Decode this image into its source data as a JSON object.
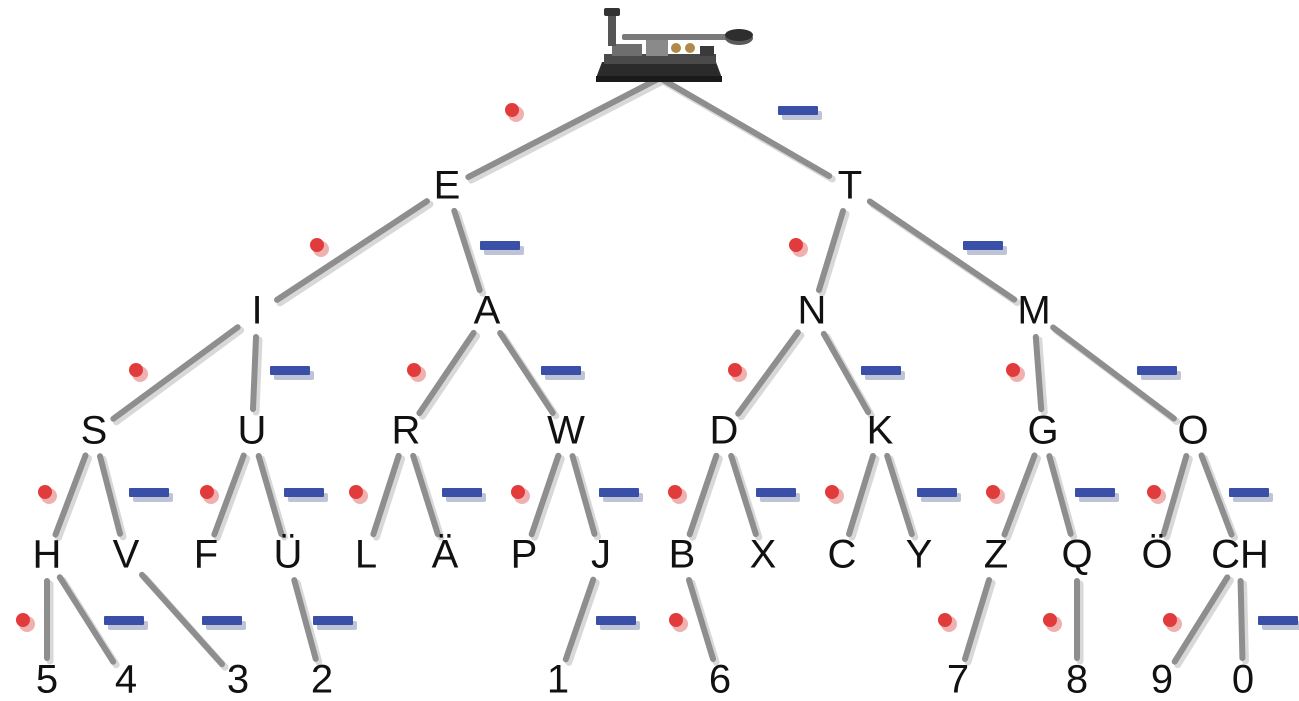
{
  "colors": {
    "dot": "#e23b3b",
    "dash": "#3a50a8",
    "line": "#8e8e8e",
    "text": "#111111"
  },
  "root": {
    "icon": "telegraph-key-icon"
  },
  "nodes": [
    {
      "id": "E",
      "label": "E"
    },
    {
      "id": "T",
      "label": "T"
    },
    {
      "id": "I",
      "label": "I"
    },
    {
      "id": "A",
      "label": "A"
    },
    {
      "id": "N",
      "label": "N"
    },
    {
      "id": "M",
      "label": "M"
    },
    {
      "id": "S",
      "label": "S"
    },
    {
      "id": "U",
      "label": "U"
    },
    {
      "id": "R",
      "label": "R"
    },
    {
      "id": "W",
      "label": "W"
    },
    {
      "id": "D",
      "label": "D"
    },
    {
      "id": "K",
      "label": "K"
    },
    {
      "id": "G",
      "label": "G"
    },
    {
      "id": "O",
      "label": "O"
    },
    {
      "id": "H",
      "label": "H"
    },
    {
      "id": "V",
      "label": "V"
    },
    {
      "id": "F",
      "label": "F"
    },
    {
      "id": "UE",
      "label": "Ü"
    },
    {
      "id": "L",
      "label": "L"
    },
    {
      "id": "AE",
      "label": "Ä"
    },
    {
      "id": "P",
      "label": "P"
    },
    {
      "id": "J",
      "label": "J"
    },
    {
      "id": "B",
      "label": "B"
    },
    {
      "id": "X",
      "label": "X"
    },
    {
      "id": "C",
      "label": "C"
    },
    {
      "id": "Y",
      "label": "Y"
    },
    {
      "id": "Z",
      "label": "Z"
    },
    {
      "id": "Q",
      "label": "Q"
    },
    {
      "id": "OE",
      "label": "Ö"
    },
    {
      "id": "CH",
      "label": "CH"
    },
    {
      "id": "n5",
      "label": "5"
    },
    {
      "id": "n4",
      "label": "4"
    },
    {
      "id": "n3",
      "label": "3"
    },
    {
      "id": "n2",
      "label": "2"
    },
    {
      "id": "n1",
      "label": "1"
    },
    {
      "id": "n6",
      "label": "6"
    },
    {
      "id": "n7",
      "label": "7"
    },
    {
      "id": "n8",
      "label": "8"
    },
    {
      "id": "n9",
      "label": "9"
    },
    {
      "id": "n0",
      "label": "0"
    }
  ],
  "edges": [
    {
      "from": "root",
      "to": "E",
      "signal": "dot"
    },
    {
      "from": "root",
      "to": "T",
      "signal": "dash"
    },
    {
      "from": "E",
      "to": "I",
      "signal": "dot"
    },
    {
      "from": "E",
      "to": "A",
      "signal": "dash"
    },
    {
      "from": "T",
      "to": "N",
      "signal": "dot"
    },
    {
      "from": "T",
      "to": "M",
      "signal": "dash"
    },
    {
      "from": "I",
      "to": "S",
      "signal": "dot"
    },
    {
      "from": "I",
      "to": "U",
      "signal": "dash"
    },
    {
      "from": "A",
      "to": "R",
      "signal": "dot"
    },
    {
      "from": "A",
      "to": "W",
      "signal": "dash"
    },
    {
      "from": "N",
      "to": "D",
      "signal": "dot"
    },
    {
      "from": "N",
      "to": "K",
      "signal": "dash"
    },
    {
      "from": "M",
      "to": "G",
      "signal": "dot"
    },
    {
      "from": "M",
      "to": "O",
      "signal": "dash"
    },
    {
      "from": "S",
      "to": "H",
      "signal": "dot"
    },
    {
      "from": "S",
      "to": "V",
      "signal": "dash"
    },
    {
      "from": "U",
      "to": "F",
      "signal": "dot"
    },
    {
      "from": "U",
      "to": "UE",
      "signal": "dash"
    },
    {
      "from": "R",
      "to": "L",
      "signal": "dot"
    },
    {
      "from": "R",
      "to": "AE",
      "signal": "dash"
    },
    {
      "from": "W",
      "to": "P",
      "signal": "dot"
    },
    {
      "from": "W",
      "to": "J",
      "signal": "dash"
    },
    {
      "from": "D",
      "to": "B",
      "signal": "dot"
    },
    {
      "from": "D",
      "to": "X",
      "signal": "dash"
    },
    {
      "from": "K",
      "to": "C",
      "signal": "dot"
    },
    {
      "from": "K",
      "to": "Y",
      "signal": "dash"
    },
    {
      "from": "G",
      "to": "Z",
      "signal": "dot"
    },
    {
      "from": "G",
      "to": "Q",
      "signal": "dash"
    },
    {
      "from": "O",
      "to": "OE",
      "signal": "dot"
    },
    {
      "from": "O",
      "to": "CH",
      "signal": "dash"
    },
    {
      "from": "H",
      "to": "n5",
      "signal": "dot"
    },
    {
      "from": "H",
      "to": "n4",
      "signal": "dash"
    },
    {
      "from": "V",
      "to": "n3",
      "signal": "dash"
    },
    {
      "from": "UE",
      "to": "n2",
      "signal": "dash"
    },
    {
      "from": "J",
      "to": "n1",
      "signal": "dash"
    },
    {
      "from": "B",
      "to": "n6",
      "signal": "dot"
    },
    {
      "from": "Z",
      "to": "n7",
      "signal": "dot"
    },
    {
      "from": "Q",
      "to": "n8",
      "signal": "dot"
    },
    {
      "from": "CH",
      "to": "n9",
      "signal": "dot"
    },
    {
      "from": "CH",
      "to": "n0",
      "signal": "dash"
    }
  ]
}
